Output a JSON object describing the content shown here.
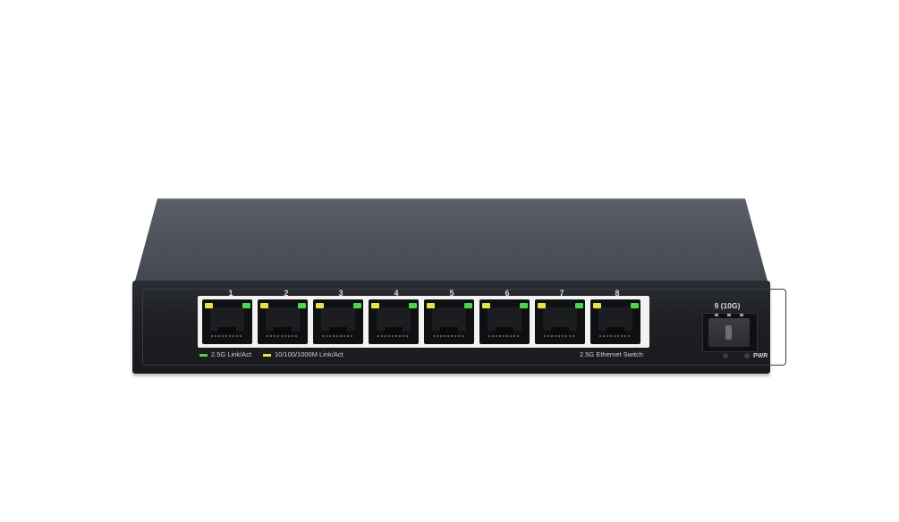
{
  "device": {
    "ports": [
      {
        "number": "1"
      },
      {
        "number": "2"
      },
      {
        "number": "3"
      },
      {
        "number": "4"
      },
      {
        "number": "5"
      },
      {
        "number": "6"
      },
      {
        "number": "7"
      },
      {
        "number": "8"
      }
    ],
    "legend": {
      "link_25g": "2.5G Link/Act",
      "link_1g": "10/100/1000M Link/Act",
      "model": "2.5G Ethernet Switch"
    },
    "sfp_label": "9 (10G)",
    "pwr_label": "PWR",
    "colors": {
      "led_green": "#4cd64c",
      "led_yellow": "#e8e24a",
      "chassis": "#1e2024",
      "top_cover": "#4c5059"
    }
  }
}
